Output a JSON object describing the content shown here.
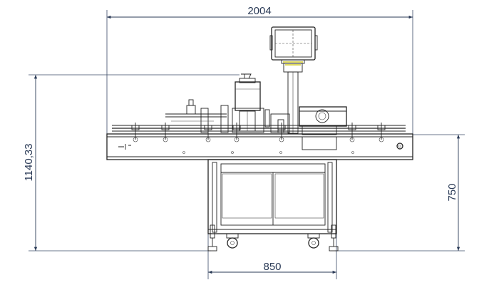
{
  "dimensions": {
    "overall_width": "2004",
    "overall_height": "1140,33",
    "table_height": "750",
    "base_width": "850"
  },
  "colors": {
    "dimension": "#2a3a56",
    "outline": "#222222",
    "accent": "#c9c200"
  }
}
